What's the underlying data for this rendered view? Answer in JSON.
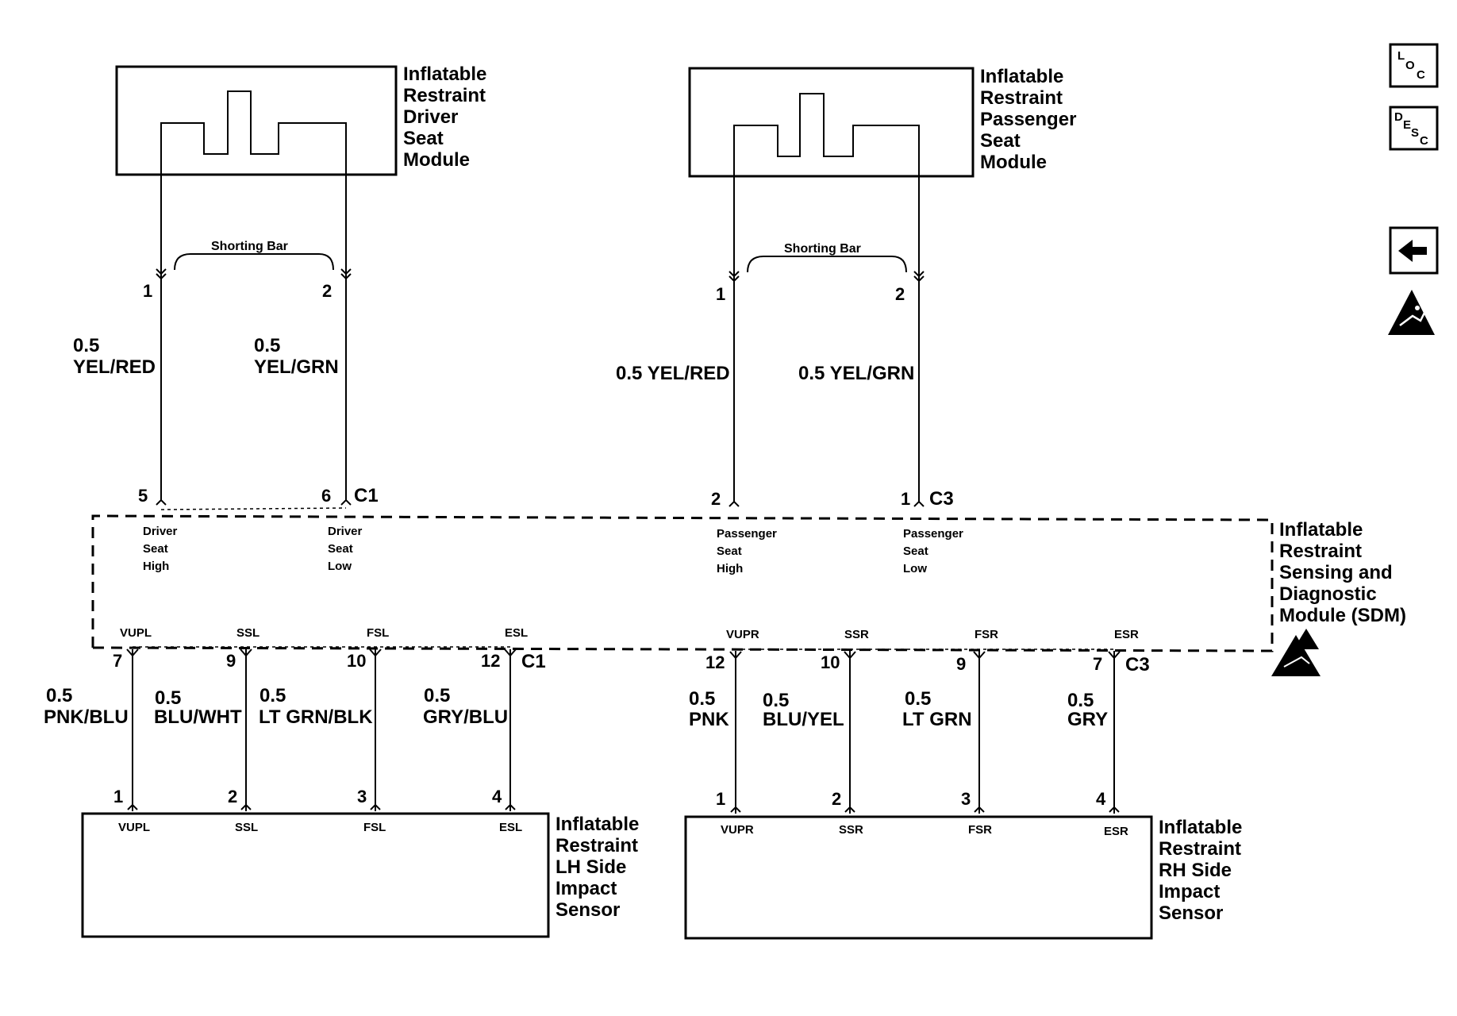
{
  "components": {
    "driver_module": [
      "Inflatable",
      "Restraint",
      "Driver",
      "Seat",
      "Module"
    ],
    "passenger_module": [
      "Inflatable",
      "Restraint",
      "Passenger",
      "Seat",
      "Module"
    ],
    "sdm": [
      "Inflatable",
      "Restraint",
      "Sensing and",
      "Diagnostic",
      "Module (SDM)"
    ],
    "lh_sensor": [
      "Inflatable",
      "Restraint",
      "LH Side",
      "Impact",
      "Sensor"
    ],
    "rh_sensor": [
      "Inflatable",
      "Restraint",
      "RH Side",
      "Impact",
      "Sensor"
    ]
  },
  "shorting_bar_label": "Shorting Bar",
  "upper_left": {
    "pin_top_1": "1",
    "pin_top_2": "2",
    "wire1_size": "0.5",
    "wire1_color": "YEL/RED",
    "wire2_size": "0.5",
    "wire2_color": "YEL/GRN",
    "pin_sdm_1": "5",
    "pin_sdm_2": "6",
    "connector": "C1",
    "sig1": [
      "Driver",
      "Seat",
      "High"
    ],
    "sig2": [
      "Driver",
      "Seat",
      "Low"
    ]
  },
  "upper_right": {
    "pin_top_1": "1",
    "pin_top_2": "2",
    "wire1_label": "0.5 YEL/RED",
    "wire2_label": "0.5 YEL/GRN",
    "pin_sdm_1": "2",
    "pin_sdm_2": "1",
    "connector": "C3",
    "sig1": [
      "Passenger",
      "Seat",
      "High"
    ],
    "sig2": [
      "Passenger",
      "Seat",
      "Low"
    ]
  },
  "lower_left": {
    "sdm_signals": [
      "VUPL",
      "SSL",
      "FSL",
      "ESL"
    ],
    "sdm_pins": [
      "7",
      "9",
      "10",
      "12"
    ],
    "connector": "C1",
    "wires": [
      {
        "size": "0.5",
        "color": "PNK/BLU"
      },
      {
        "size": "0.5",
        "color": "BLU/WHT"
      },
      {
        "size": "0.5",
        "color": "LT GRN/BLK"
      },
      {
        "size": "0.5",
        "color": "GRY/BLU"
      }
    ],
    "sensor_pins": [
      "1",
      "2",
      "3",
      "4"
    ],
    "sensor_signals": [
      "VUPL",
      "SSL",
      "FSL",
      "ESL"
    ]
  },
  "lower_right": {
    "sdm_signals": [
      "VUPR",
      "SSR",
      "FSR",
      "ESR"
    ],
    "sdm_pins": [
      "12",
      "10",
      "9",
      "7"
    ],
    "connector": "C3",
    "wires": [
      {
        "size": "0.5",
        "color": "PNK"
      },
      {
        "size": "0.5",
        "color": "BLU/YEL"
      },
      {
        "size": "0.5",
        "color": "LT GRN"
      },
      {
        "size": "0.5",
        "color": "GRY"
      }
    ],
    "sensor_pins": [
      "1",
      "2",
      "3",
      "4"
    ],
    "sensor_signals": [
      "VUPR",
      "SSR",
      "FSR",
      "ESR"
    ]
  },
  "side_icons": {
    "loc": {
      "letters": [
        "L",
        "O",
        "C"
      ]
    },
    "desc": {
      "letters": [
        "D",
        "E",
        "S",
        "C"
      ]
    },
    "back": "back-arrow-icon",
    "esd": "esd-warning-icon"
  }
}
